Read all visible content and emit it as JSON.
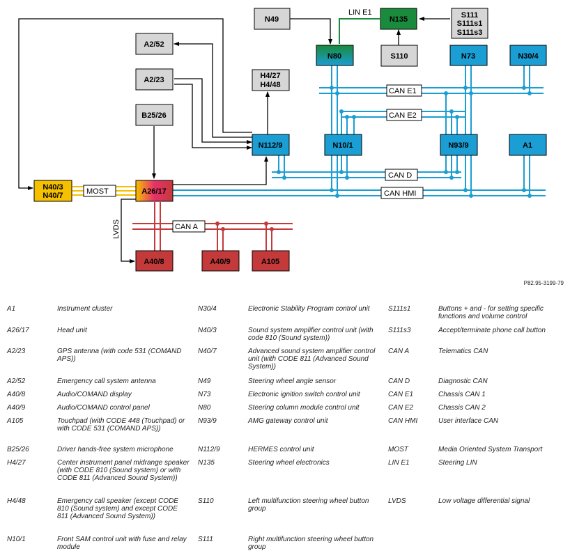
{
  "colors": {
    "gray_block": "#d6d6d6",
    "blue_block": "#1a9ed4",
    "green_block": "#1a8a3c",
    "red_block": "#c43a3a",
    "yellow_block": "#f5c000",
    "bus_blue": "#1a9ed4",
    "bus_red": "#c43a3a",
    "most_yellow": "#f5c000",
    "lin_green": "#1a8a3c"
  },
  "diagram": {
    "blocks": {
      "n49": "N49",
      "n135": "N135",
      "s111": "S111",
      "s111s1": "S111s1",
      "s111s3": "S111s3",
      "n80": "N80",
      "s110": "S110",
      "n73": "N73",
      "n30_4": "N30/4",
      "a2_52": "A2/52",
      "a2_23": "A2/23",
      "h4_27": "H4/27",
      "h4_48": "H4/48",
      "b25_26": "B25/26",
      "n112_9": "N112/9",
      "n10_1": "N10/1",
      "n93_9": "N93/9",
      "a1": "A1",
      "n40_3": "N40/3",
      "n40_7": "N40/7",
      "a26_17": "A26/17",
      "a40_8": "A40/8",
      "a40_9": "A40/9",
      "a105": "A105"
    },
    "labels": {
      "lin_e1": "LIN E1",
      "can_e1": "CAN E1",
      "can_e2": "CAN E2",
      "can_d": "CAN D",
      "can_hmi": "CAN HMI",
      "most": "MOST",
      "can_a": "CAN A",
      "lvds": "LVDS"
    }
  },
  "figure_ref": "P82.95-3199-79",
  "legend": [
    [
      [
        "A1",
        "Instrument cluster"
      ],
      [
        "N30/4",
        "Electronic Stability Program control unit"
      ],
      [
        "S111s1",
        "Buttons + and - for setting specific functions and volume control"
      ]
    ],
    [
      [
        "A26/17",
        "Head unit"
      ],
      [
        "N40/3",
        "Sound system amplifier control unit (with code 810 (Sound system))"
      ],
      [
        "S111s3",
        "Accept/terminate phone call button"
      ]
    ],
    [
      [
        "A2/23",
        "GPS antenna (with code 531 (COMAND APS))"
      ],
      [
        "N40/7",
        "Advanced sound system amplifier control unit (with CODE 811 (Advanced Sound System))"
      ],
      [
        "CAN A",
        "Telematics CAN"
      ]
    ],
    [
      [
        "A2/52",
        "Emergency call system antenna"
      ],
      [
        "N49",
        "Steering wheel angle sensor"
      ],
      [
        "CAN D",
        "Diagnostic CAN"
      ]
    ],
    [
      [
        "A40/8",
        "Audio/COMAND display"
      ],
      [
        "N73",
        "Electronic ignition switch control unit"
      ],
      [
        "CAN E1",
        "Chassis CAN 1"
      ]
    ],
    [
      [
        "A40/9",
        "Audio/COMAND control panel"
      ],
      [
        "N80",
        "Steering column module control unit"
      ],
      [
        "CAN E2",
        "Chassis CAN 2"
      ]
    ],
    [
      [
        "A105",
        "Touchpad (with CODE 448 (Touchpad) or with CODE 531 (COMAND APS))"
      ],
      [
        "N93/9",
        "AMG gateway control unit"
      ],
      [
        "CAN HMI",
        "User interface CAN"
      ]
    ],
    [
      [
        "B25/26",
        "Driver hands-free system microphone"
      ],
      [
        "N112/9",
        "HERMES control unit"
      ],
      [
        "MOST",
        "Media Oriented System Transport"
      ]
    ],
    [
      [
        "H4/27",
        "Center instrument panel midrange speaker (with CODE 810 (Sound system) or with CODE 811 (Advanced Sound System))"
      ],
      [
        "N135",
        "Steering wheel electronics"
      ],
      [
        "LIN E1",
        "Steering LIN"
      ]
    ],
    [
      [
        "H4/48",
        "Emergency call speaker (except CODE 810 (Sound system) and except CODE 811 (Advanced Sound System))"
      ],
      [
        "S110",
        "Left multifunction steering wheel button group"
      ],
      [
        "LVDS",
        "Low voltage differential signal"
      ]
    ],
    [
      [
        "N10/1",
        "Front SAM control unit with fuse and relay module"
      ],
      [
        "S111",
        "Right multifunction steering wheel button group"
      ],
      [
        "",
        ""
      ]
    ]
  ]
}
